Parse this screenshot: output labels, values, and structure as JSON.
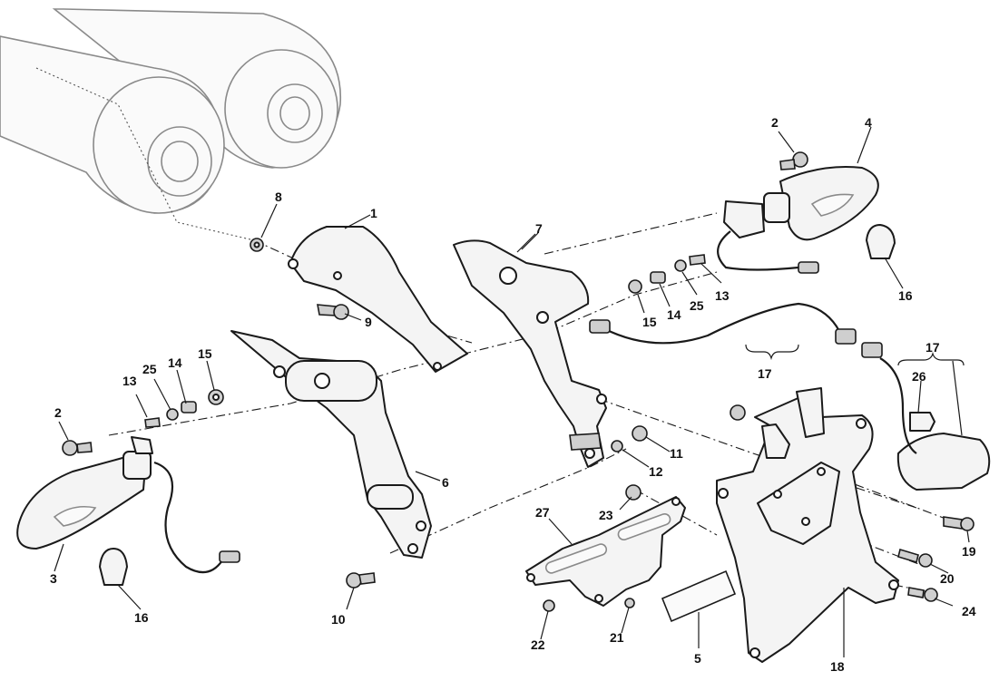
{
  "callouts": [
    {
      "id": "c1",
      "text": "1"
    },
    {
      "id": "c2a",
      "text": "2"
    },
    {
      "id": "c2b",
      "text": "2"
    },
    {
      "id": "c3",
      "text": "3"
    },
    {
      "id": "c4",
      "text": "4"
    },
    {
      "id": "c5",
      "text": "5"
    },
    {
      "id": "c6",
      "text": "6"
    },
    {
      "id": "c7",
      "text": "7"
    },
    {
      "id": "c8",
      "text": "8"
    },
    {
      "id": "c9",
      "text": "9"
    },
    {
      "id": "c10",
      "text": "10"
    },
    {
      "id": "c11",
      "text": "11"
    },
    {
      "id": "c12",
      "text": "12"
    },
    {
      "id": "c13a",
      "text": "13"
    },
    {
      "id": "c13b",
      "text": "13"
    },
    {
      "id": "c14a",
      "text": "14"
    },
    {
      "id": "c14b",
      "text": "14"
    },
    {
      "id": "c15a",
      "text": "15"
    },
    {
      "id": "c15b",
      "text": "15"
    },
    {
      "id": "c16a",
      "text": "16"
    },
    {
      "id": "c16b",
      "text": "16"
    },
    {
      "id": "c17a",
      "text": "17"
    },
    {
      "id": "c17b",
      "text": "17"
    },
    {
      "id": "c18",
      "text": "18"
    },
    {
      "id": "c19",
      "text": "19"
    },
    {
      "id": "c20",
      "text": "20"
    },
    {
      "id": "c21",
      "text": "21"
    },
    {
      "id": "c22",
      "text": "22"
    },
    {
      "id": "c23",
      "text": "23"
    },
    {
      "id": "c24",
      "text": "24"
    },
    {
      "id": "c25a",
      "text": "25"
    },
    {
      "id": "c25b",
      "text": "25"
    },
    {
      "id": "c26",
      "text": "26"
    },
    {
      "id": "c27",
      "text": "27"
    }
  ],
  "colors": {
    "line": "#1a1a1a",
    "ghost": "#8a8a8a",
    "background": "#ffffff"
  }
}
